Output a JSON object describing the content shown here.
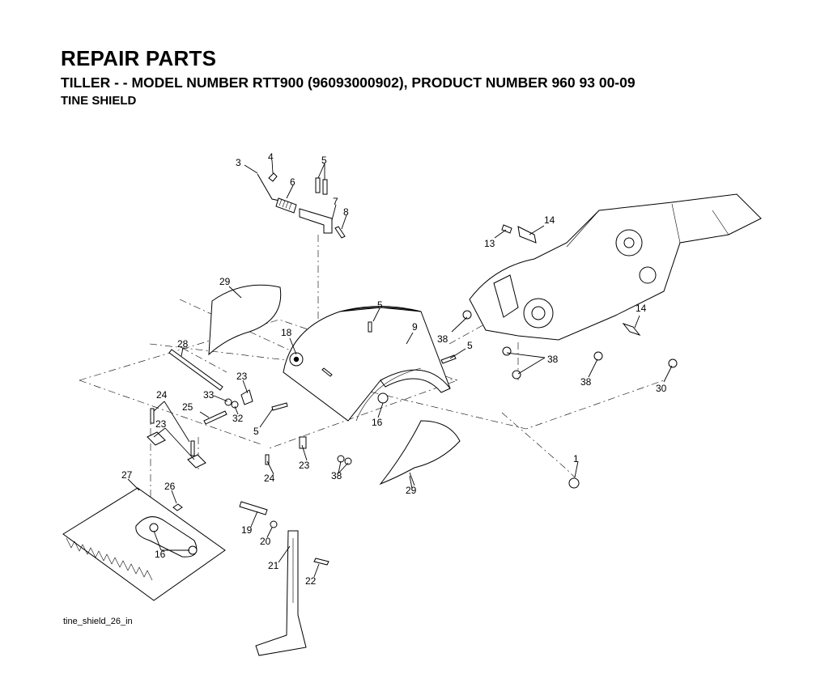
{
  "header": {
    "title": "REPAIR PARTS",
    "subtitle": "TILLER - - MODEL NUMBER RTT900 (96093000902), PRODUCT NUMBER 960 93 00-09",
    "section": "TINE SHIELD"
  },
  "filename": "tine_shield_26_in",
  "callouts": {
    "c1": "1",
    "c3": "3",
    "c4": "4",
    "c5a": "5",
    "c5b": "5",
    "c5c": "5",
    "c5d": "5",
    "c6": "6",
    "c7": "7",
    "c8": "8",
    "c9": "9",
    "c13": "13",
    "c14a": "14",
    "c14b": "14",
    "c16a": "16",
    "c16b": "16",
    "c18": "18",
    "c19": "19",
    "c20": "20",
    "c21": "21",
    "c22": "22",
    "c23a": "23",
    "c23b": "23",
    "c23c": "23",
    "c24a": "24",
    "c24b": "24",
    "c25": "25",
    "c26": "26",
    "c27": "27",
    "c28": "28",
    "c29a": "29",
    "c29b": "29",
    "c30": "30",
    "c32": "32",
    "c33": "33",
    "c38a": "38",
    "c38b": "38",
    "c38c": "38",
    "c38d": "38"
  }
}
